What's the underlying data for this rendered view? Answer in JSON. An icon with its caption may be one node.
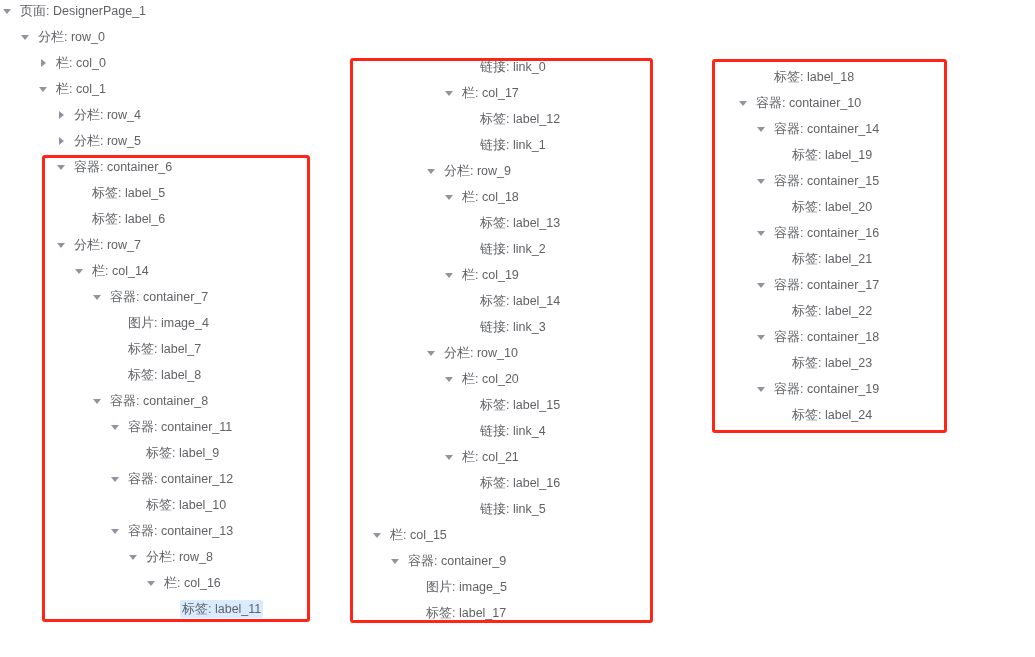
{
  "diagram": {
    "nodes": [
      {
        "text": [
          "容器: container_6",
          "标签: label_5",
          "标签: label_6",
          "分栏: row_7",
          "栏: col_14",
          "容器: container_7",
          "图片: image_4",
          "标签: label_7",
          "标签: label_8",
          "容器: container_8",
          "容器: container_11",
          "标签: label_9",
          "容器: container_12",
          "标签: label_10",
          "容器: container_13",
          "分栏: row_8",
          "栏: col_16",
          "标签: label_11"
        ]
      },
      {
        "text": [
          "链接: link_0",
          "栏: col_17",
          "标签: label_12",
          "链接: link_1",
          "分栏: row_9",
          "栏: col_18",
          "标签: label_13",
          "链接: link_2",
          "栏: col_19",
          "标签: label_14",
          "链接: link_3",
          "分栏: row_10",
          "栏: col_20",
          "标签: label_15",
          "链接: link_4",
          "栏: col_21",
          "标签: label_16",
          "链接: link_5",
          "栏: col_15",
          "容器: container_9",
          "图片: image_5",
          "标签: label_17"
        ]
      },
      {
        "text": [
          "标签: label_18",
          "容器: container_10",
          "容器: container_14",
          "标签: label_19",
          "容器: container_15",
          "标签: label_20",
          "容器: container_16",
          "标签: label_21",
          "容器: container_17",
          "标签: label_22",
          "容器: container_18",
          "标签: label_23",
          "容器: container_19",
          "标签: label_24"
        ]
      }
    ],
    "labels": [
      "页面: DesignerPage_1",
      "分栏: row_0",
      "栏: col_0",
      "栏: col_1",
      "分栏: row_4",
      "分栏: row_5"
    ]
  }
}
